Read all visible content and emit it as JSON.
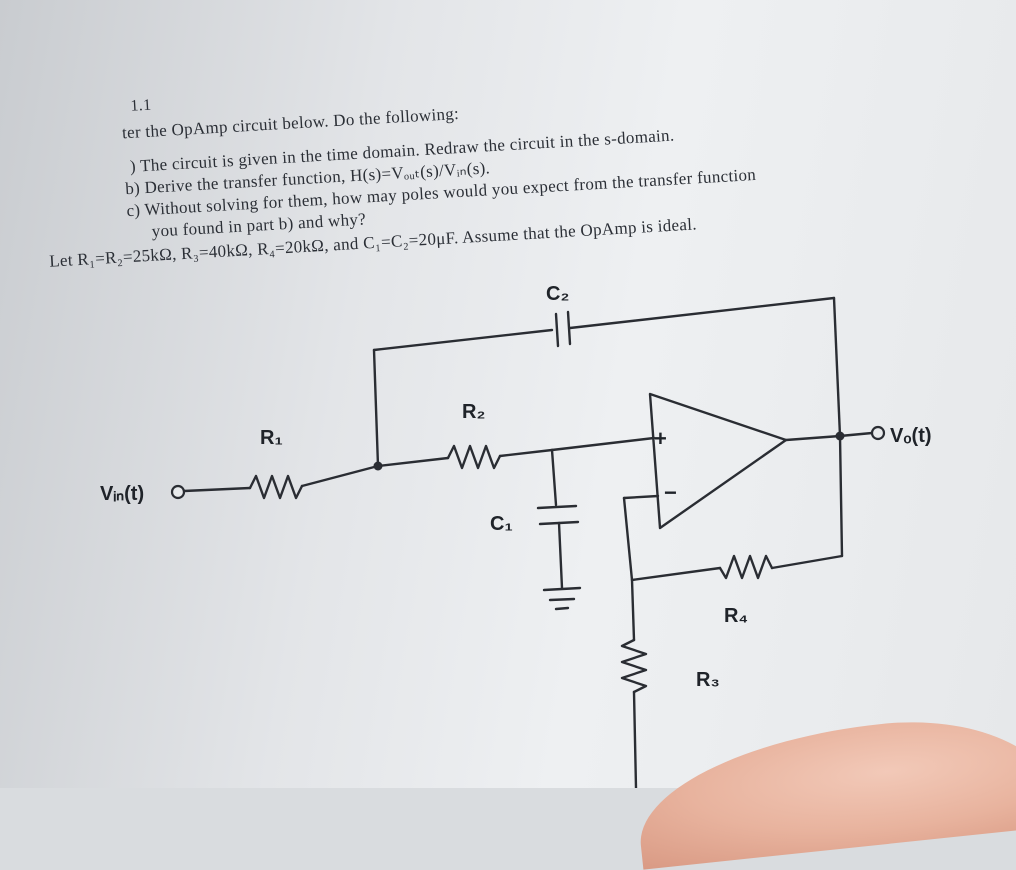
{
  "problem": {
    "number": "1.1",
    "intro": "ter the OpAmp circuit below. Do the following:",
    "part_a": ") The circuit is given in the time domain. Redraw the circuit in the s-domain.",
    "part_b": "b) Derive the transfer function, H(s)=Vₒᵤₜ(s)/Vᵢₙ(s).",
    "part_c1": "c) Without solving for them, how may poles would you expect from the transfer function",
    "part_c2": "you found in part b) and why?",
    "given": "Let R₁=R₂=25kΩ, R₃=40kΩ, R₄=20kΩ, and C₁=C₂=20μF. Assume that the OpAmp is ideal."
  },
  "circuit": {
    "labels": {
      "c2": "C₂",
      "r1": "R₁",
      "r2": "R₂",
      "c1": "C₁",
      "r3": "R₃",
      "r4": "R₄",
      "vin": "Vᵢₙ(t)",
      "vout": "Vₒ(t)",
      "plus": "+",
      "minus": "−"
    }
  }
}
